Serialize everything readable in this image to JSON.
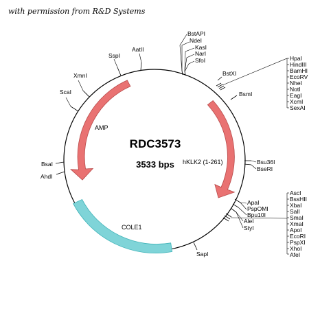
{
  "credit": "with permission from R&D Systems",
  "plasmid": {
    "name": "RDC3573",
    "size": "3533 bps"
  },
  "features": {
    "amp": "AMP",
    "hklk2": "hKLK2 (1-261)",
    "cole1": "COLE1"
  },
  "colors": {
    "arrow_fill": "#e97272",
    "arrow_stroke": "#b84a4a",
    "origin_fill": "#7fd4d8",
    "origin_stroke": "#3fb3b8",
    "backbone": "#000000"
  },
  "sites": {
    "bstapi": "BstAPI",
    "ndei": "NdeI",
    "kasi": "KasI",
    "nari": "NarI",
    "sfoi": "SfoI",
    "aatii": "AatII",
    "sspi": "SspI",
    "xmni": "XmnI",
    "scai": "ScaI",
    "bstxi": "BstXI",
    "bsmi": "BsmI",
    "bsu36i": "Bsu36I",
    "bseri": "BseRI",
    "bsai": "BsaI",
    "ahdi": "AhdI",
    "apai": "ApaI",
    "pspomi": "PspOMI",
    "bpu10i": "Bpu10I",
    "alei": "AleI",
    "styi": "StyI",
    "sapi": "SapI"
  },
  "mcs1": [
    "HpaI",
    "HindIII",
    "BamHI",
    "EcoRV",
    "NheI",
    "NotI",
    "EagI",
    "XcmI",
    "SexAI"
  ],
  "mcs2": [
    "AscI",
    "BssHII",
    "XbaI",
    "SalI",
    "SmaI",
    "XmaI",
    "ApoI",
    "EcoRI",
    "PspXI",
    "XhoI",
    "AfeI"
  ]
}
